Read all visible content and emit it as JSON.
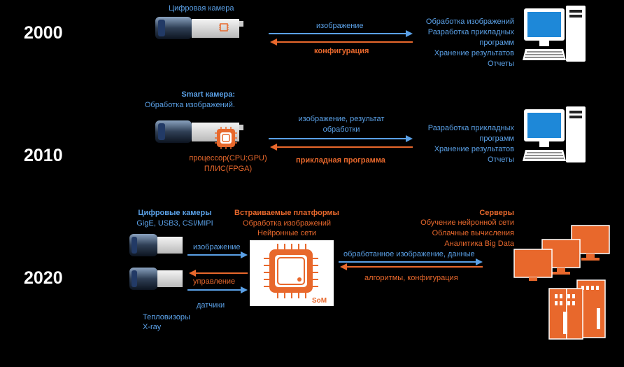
{
  "years": {
    "y2000": "2000",
    "y2010": "2010",
    "y2020": "2020"
  },
  "row2000": {
    "camera_label": "Цифровая камера",
    "arrow_top": "изображение",
    "arrow_bottom": "конфигурация",
    "pc_lines": [
      "Обработка изображений",
      "Разработка прикладных",
      "программ",
      "Хранение результатов",
      "Отчеты"
    ]
  },
  "row2010": {
    "camera_title": "Smart камера:",
    "camera_sub": "Обработка изображений.",
    "chip_line1": "процессор(CPU;GPU)",
    "chip_line2": "ПЛИС(FPGA)",
    "arrow_top_line1": "изображение, результат",
    "arrow_top_line2": "обработки",
    "arrow_bottom": "прикладная программа",
    "pc_lines": [
      "Разработка прикладных",
      "программ",
      "Хранение результатов",
      "Отчеты"
    ]
  },
  "row2020": {
    "cam_title": "Цифровые камеры",
    "cam_sub": "GigE, USB3, CSI/MIPI",
    "arrow_in": "изображение",
    "arrow_ctrl": "управление",
    "sensors": "датчики",
    "extra1": "Тепловизоры",
    "extra2": "X-ray",
    "platform_title": "Встраиваемые платформы",
    "platform_l1": "Обработка изображений",
    "platform_l2": "Нейронные сети",
    "som": "SoM",
    "arrow_top": "обработанное изображение, данные",
    "arrow_bottom": "алгоритмы, конфигурация",
    "servers_title": "Серверы",
    "servers_lines": [
      "Обучение нейронной сети",
      "Облачные вычисления",
      "Аналитика Big Data"
    ]
  },
  "colors": {
    "blue": "#5aa0e6",
    "orange": "#e8682c",
    "bg": "#000000"
  }
}
